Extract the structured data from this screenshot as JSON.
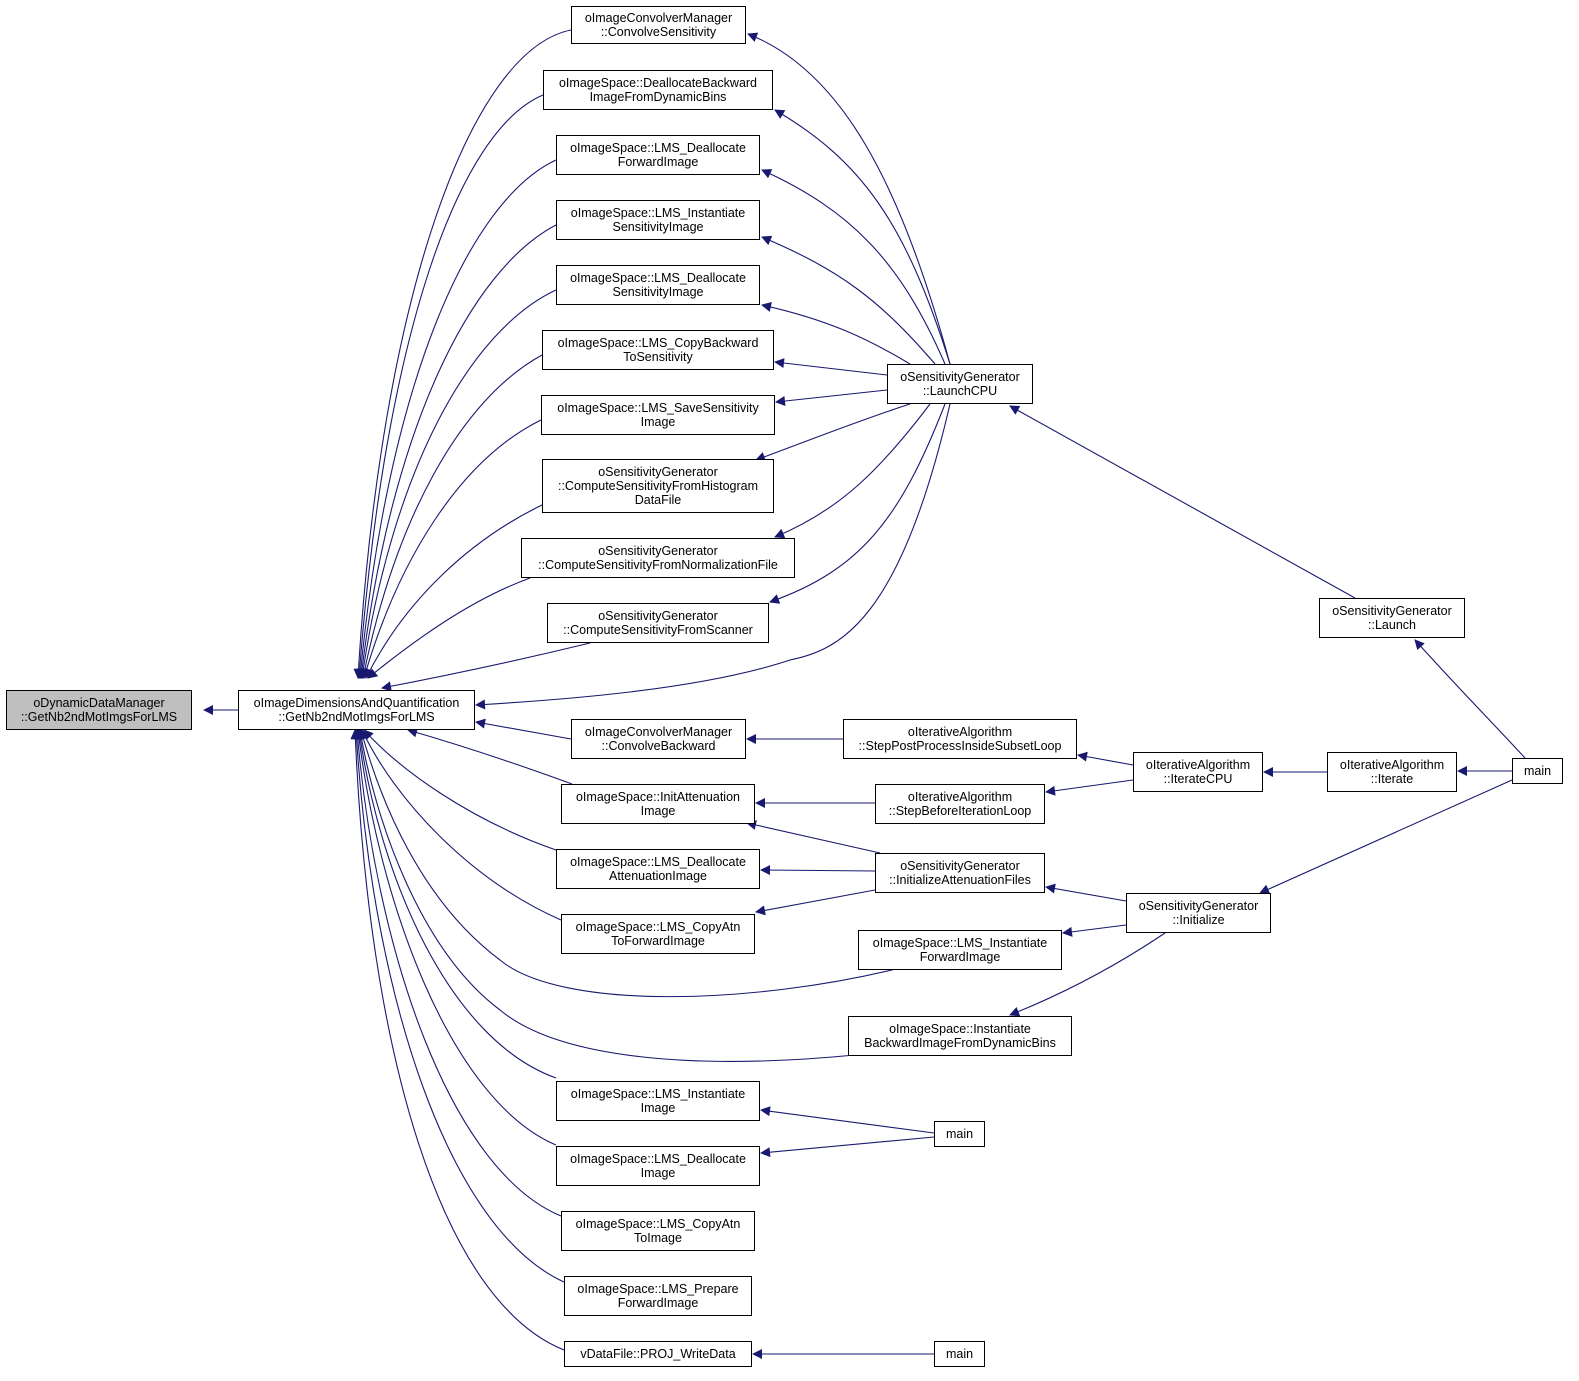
{
  "colors": {
    "edge": "#191970",
    "node_border": "#000000",
    "root_fill": "#bfbfbf",
    "node_fill": "#ffffff"
  },
  "nodes": [
    {
      "id": "root",
      "lines": [
        "oDynamicDataManager",
        "::GetNb2ndMotImgsForLMS"
      ]
    },
    {
      "id": "dims",
      "lines": [
        "oImageDimensionsAndQuantification",
        "::GetNb2ndMotImgsForLMS"
      ]
    },
    {
      "id": "convsens",
      "lines": [
        "oImageConvolverManager",
        "::ConvolveSensitivity"
      ]
    },
    {
      "id": "dealbwd",
      "lines": [
        "oImageSpace::DeallocateBackward",
        "ImageFromDynamicBins"
      ]
    },
    {
      "id": "lmsdealfwd",
      "lines": [
        "oImageSpace::LMS_Deallocate",
        "ForwardImage"
      ]
    },
    {
      "id": "lmsinstsens",
      "lines": [
        "oImageSpace::LMS_Instantiate",
        "SensitivityImage"
      ]
    },
    {
      "id": "lmsdealsens",
      "lines": [
        "oImageSpace::LMS_Deallocate",
        "SensitivityImage"
      ]
    },
    {
      "id": "lmscopybwd",
      "lines": [
        "oImageSpace::LMS_CopyBackward",
        "ToSensitivity"
      ]
    },
    {
      "id": "lmssavesens",
      "lines": [
        "oImageSpace::LMS_SaveSensitivity",
        "Image"
      ]
    },
    {
      "id": "csfromhist",
      "lines": [
        "oSensitivityGenerator",
        "::ComputeSensitivityFromHistogram",
        "DataFile"
      ]
    },
    {
      "id": "csfromnorm",
      "lines": [
        "oSensitivityGenerator",
        "::ComputeSensitivityFromNormalizationFile"
      ]
    },
    {
      "id": "csfromscan",
      "lines": [
        "oSensitivityGenerator",
        "::ComputeSensitivityFromScanner"
      ]
    },
    {
      "id": "convbwd",
      "lines": [
        "oImageConvolverManager",
        "::ConvolveBackward"
      ]
    },
    {
      "id": "initatt",
      "lines": [
        "oImageSpace::InitAttenuation",
        "Image"
      ]
    },
    {
      "id": "lmsdealatt",
      "lines": [
        "oImageSpace::LMS_Deallocate",
        "AttenuationImage"
      ]
    },
    {
      "id": "lmscopyatnfwd",
      "lines": [
        "oImageSpace::LMS_CopyAtn",
        "ToForwardImage"
      ]
    },
    {
      "id": "lmsinstfwd",
      "lines": [
        "oImageSpace::LMS_Instantiate",
        "ForwardImage"
      ]
    },
    {
      "id": "instbwd",
      "lines": [
        "oImageSpace::Instantiate",
        "BackwardImageFromDynamicBins"
      ]
    },
    {
      "id": "lmsinstimg",
      "lines": [
        "oImageSpace::LMS_Instantiate",
        "Image"
      ]
    },
    {
      "id": "lmsdealimg",
      "lines": [
        "oImageSpace::LMS_Deallocate",
        "Image"
      ]
    },
    {
      "id": "lmscopyatnimg",
      "lines": [
        "oImageSpace::LMS_CopyAtn",
        "ToImage"
      ]
    },
    {
      "id": "lmsprepfwd",
      "lines": [
        "oImageSpace::LMS_Prepare",
        "ForwardImage"
      ]
    },
    {
      "id": "projwrite",
      "lines": [
        "vDataFile::PROJ_WriteData"
      ]
    },
    {
      "id": "launchcpu",
      "lines": [
        "oSensitivityGenerator",
        "::LaunchCPU"
      ]
    },
    {
      "id": "steppost",
      "lines": [
        "oIterativeAlgorithm",
        "::StepPostProcessInsideSubsetLoop"
      ]
    },
    {
      "id": "stepbefore",
      "lines": [
        "oIterativeAlgorithm",
        "::StepBeforeIterationLoop"
      ]
    },
    {
      "id": "initattfiles",
      "lines": [
        "oSensitivityGenerator",
        "::InitializeAttenuationFiles"
      ]
    },
    {
      "id": "main1",
      "lines": [
        "main"
      ]
    },
    {
      "id": "main2",
      "lines": [
        "main"
      ]
    },
    {
      "id": "launch",
      "lines": [
        "oSensitivityGenerator",
        "::Launch"
      ]
    },
    {
      "id": "iteratecpu",
      "lines": [
        "oIterativeAlgorithm",
        "::IterateCPU"
      ]
    },
    {
      "id": "sginit",
      "lines": [
        "oSensitivityGenerator",
        "::Initialize"
      ]
    },
    {
      "id": "iterate",
      "lines": [
        "oIterativeAlgorithm",
        "::Iterate"
      ]
    },
    {
      "id": "main3",
      "lines": [
        "main"
      ]
    }
  ]
}
